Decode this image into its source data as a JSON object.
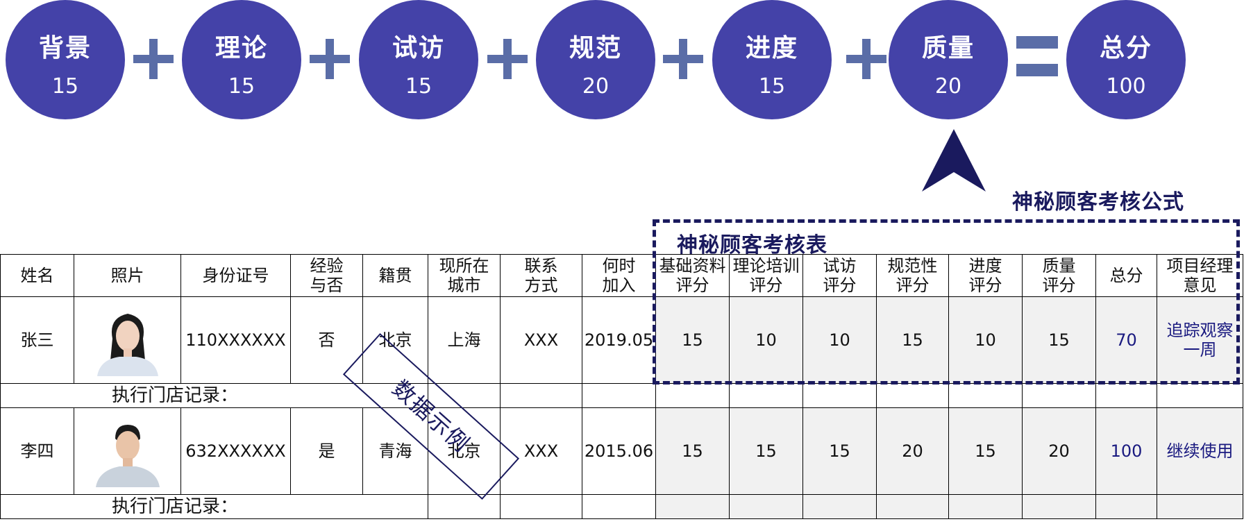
{
  "formula": {
    "terms": [
      {
        "label": "背景",
        "value": "15"
      },
      {
        "label": "理论",
        "value": "15"
      },
      {
        "label": "试访",
        "value": "15"
      },
      {
        "label": "规范",
        "value": "20"
      },
      {
        "label": "进度",
        "value": "15"
      },
      {
        "label": "质量",
        "value": "20"
      }
    ],
    "total": {
      "label": "总分",
      "value": "100"
    }
  },
  "captions": {
    "formula_caption": "神秘顾客考核公式",
    "table_caption": "神秘顾客考核表"
  },
  "table": {
    "headers": {
      "name": "姓名",
      "photo": "照片",
      "id": "身份证号",
      "exp_1": "经验",
      "exp_2": "与否",
      "origin": "籍贯",
      "city_1": "现所在",
      "city_2": "城市",
      "contact_1": "联系",
      "contact_2": "方式",
      "join_1": "何时",
      "join_2": "加入",
      "base_1": "基础资料",
      "base_2": "评分",
      "theory_1": "理论培训",
      "theory_2": "评分",
      "trial_1": "试访",
      "trial_2": "评分",
      "norm_1": "规范性",
      "norm_2": "评分",
      "progress_1": "进度",
      "progress_2": "评分",
      "quality_1": "质量",
      "quality_2": "评分",
      "total": "总分",
      "pm_1": "项目经理",
      "pm_2": "意见"
    },
    "rows": [
      {
        "name": "张三",
        "id": "110XXXXXX",
        "experience": "否",
        "origin": "北京",
        "city": "上海",
        "contact": "XXX",
        "joined": "2019.05",
        "base": "15",
        "theory": "10",
        "trial": "10",
        "norm": "15",
        "progress": "10",
        "quality": "15",
        "total": "70",
        "pm_1": "追踪观察",
        "pm_2": "一周",
        "note": "执行门店记录："
      },
      {
        "name": "李四",
        "id": "632XXXXXX",
        "experience": "是",
        "origin": "青海",
        "city": "北京",
        "contact": "XXX",
        "joined": "2015.06",
        "base": "15",
        "theory": "15",
        "trial": "15",
        "norm": "20",
        "progress": "15",
        "quality": "20",
        "total": "100",
        "pm_1": "继续使用",
        "pm_2": "",
        "note": "执行门店记录："
      }
    ]
  },
  "stamp": {
    "text": "数据示例"
  },
  "colors": {
    "circle": "#4442A8",
    "operator": "#5A6DA7",
    "dark_blue": "#1A1A5E"
  }
}
